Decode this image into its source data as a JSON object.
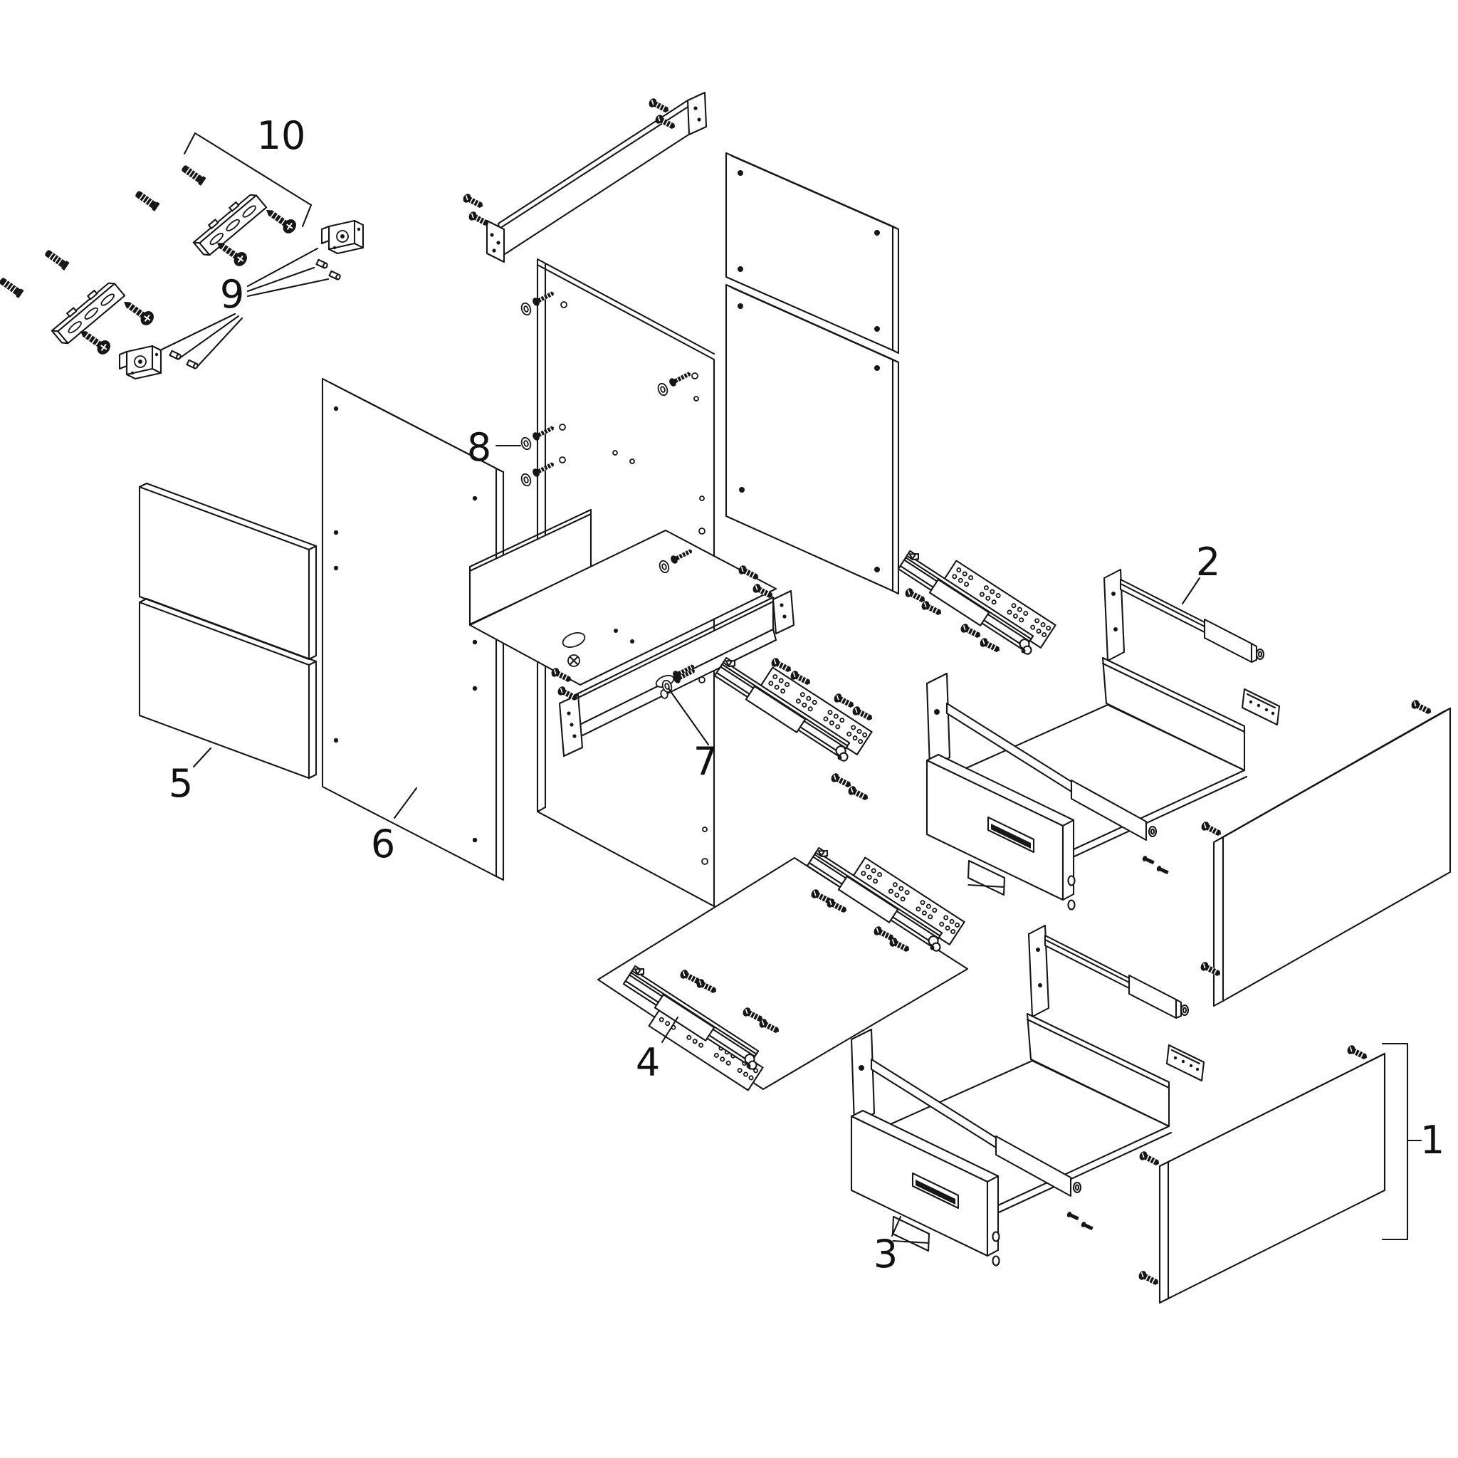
{
  "diagram": {
    "background": "#ffffff",
    "line_color": "#161616",
    "parts": [
      {
        "label": "1"
      },
      {
        "label": "2"
      },
      {
        "label": "3"
      },
      {
        "label": "4"
      },
      {
        "label": "5"
      },
      {
        "label": "6"
      },
      {
        "label": "7"
      },
      {
        "label": "8"
      },
      {
        "label": "9"
      },
      {
        "label": "10"
      }
    ]
  }
}
